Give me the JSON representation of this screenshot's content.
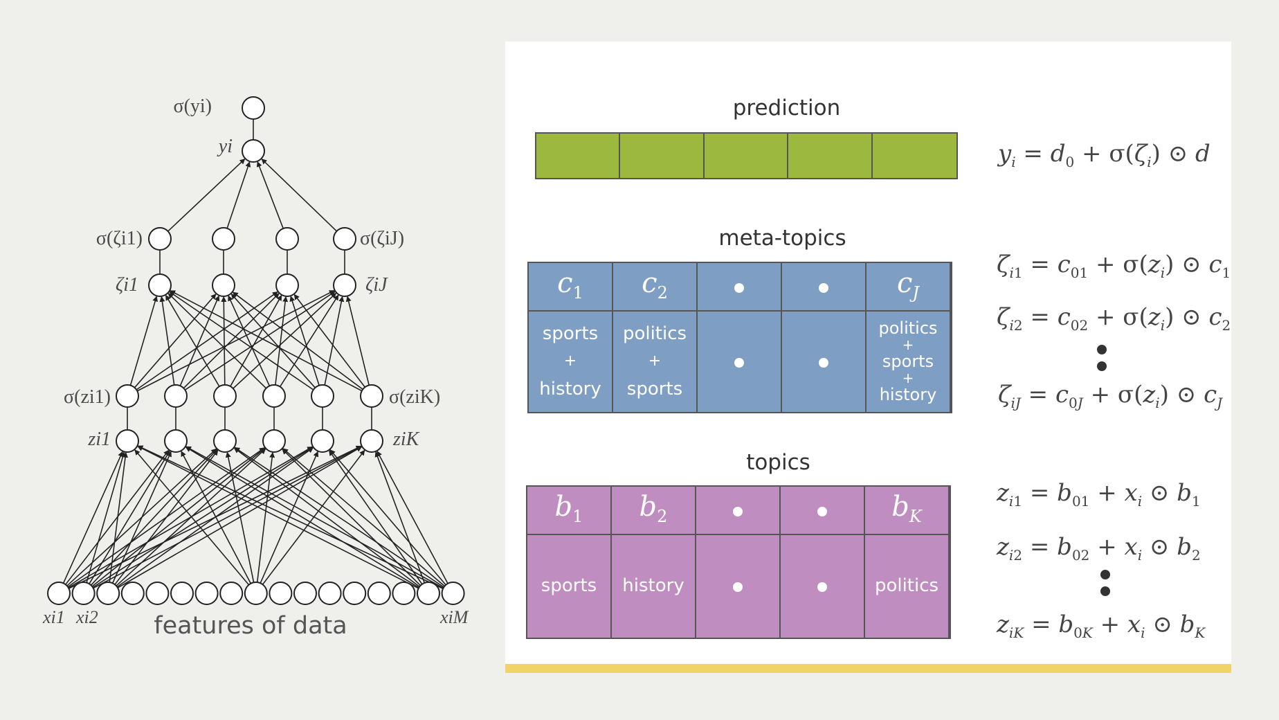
{
  "network": {
    "output_top_label": "σ(yi)",
    "output_label": "yi",
    "meta_sigma_first": "σ(ζi1)",
    "meta_sigma_last": "σ(ζiJ)",
    "meta_first": "ζi1",
    "meta_last": "ζiJ",
    "topic_sigma_first": "σ(zi1)",
    "topic_sigma_last": "σ(ziK)",
    "topic_first": "zi1",
    "topic_last": "ziK",
    "input_first": "xi1",
    "input_second": "xi2",
    "input_last": "xiM",
    "features_caption": "features of data",
    "meta_node_count": 4,
    "topic_node_count": 6,
    "input_node_count": 17
  },
  "prediction": {
    "title": "prediction",
    "cell_count": 5,
    "color": "#9db83e",
    "equation": "yi = d0 + σ(ζi) ⊙ d"
  },
  "meta_topics": {
    "title": "meta-topics",
    "color": "#7f9ec3",
    "cells": [
      {
        "symbol": "c",
        "sub": "1",
        "text_lines": [
          "sports",
          "+",
          "history"
        ]
      },
      {
        "symbol": "c",
        "sub": "2",
        "text_lines": [
          "politics",
          "+",
          "sports"
        ]
      },
      {
        "symbol": "",
        "sub": "",
        "text_lines": []
      },
      {
        "symbol": "",
        "sub": "",
        "text_lines": []
      },
      {
        "symbol": "c",
        "sub": "J",
        "text_lines": [
          "politics",
          "+",
          "sports",
          "+",
          "history"
        ]
      }
    ],
    "equations": [
      "ζi1 = c01 + σ(zi) ⊙ c1",
      "ζi2 = c02 + σ(zi) ⊙ c2",
      "ζiJ = c0J + σ(zi) ⊙ cJ"
    ]
  },
  "topics": {
    "title": "topics",
    "color": "#c08dc0",
    "cells": [
      {
        "symbol": "b",
        "sub": "1",
        "text_lines": [
          "sports"
        ]
      },
      {
        "symbol": "b",
        "sub": "2",
        "text_lines": [
          "history"
        ]
      },
      {
        "symbol": "",
        "sub": "",
        "text_lines": []
      },
      {
        "symbol": "",
        "sub": "",
        "text_lines": []
      },
      {
        "symbol": "b",
        "sub": "K",
        "text_lines": [
          "politics"
        ]
      }
    ],
    "equations": [
      "zi1 = b01 + xi ⊙ b1",
      "zi2 = b02 + xi ⊙ b2",
      "ziK = b0K + xi ⊙ bK"
    ]
  },
  "colors": {
    "background": "#efefec",
    "panel": "#ffffff",
    "accent_bar": "#f0d468",
    "grid_border": "#555555"
  }
}
